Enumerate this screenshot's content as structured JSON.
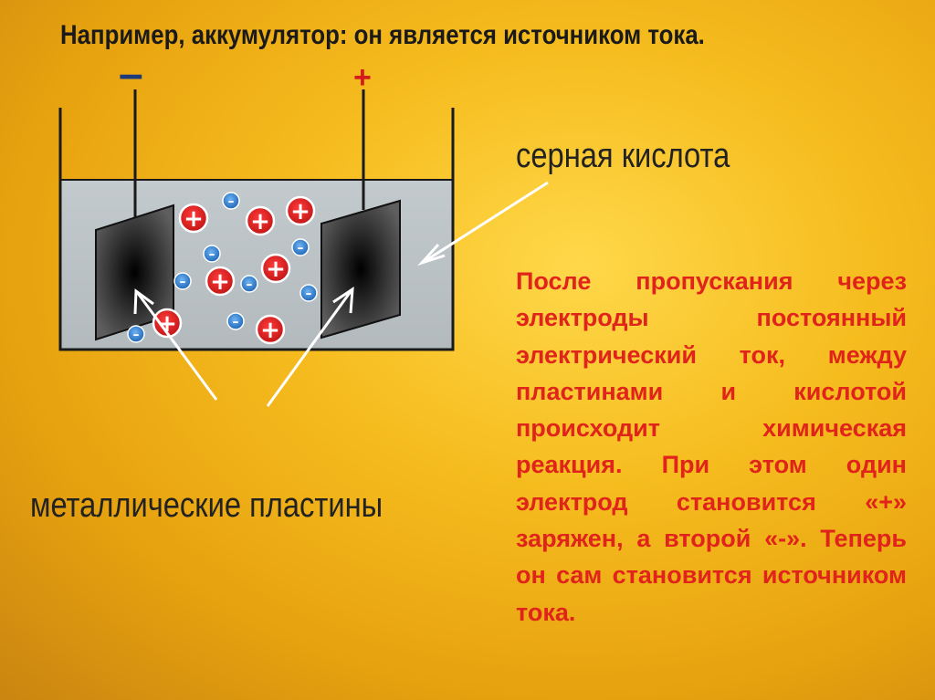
{
  "title": "Например, аккумулятор: он является источником тока.",
  "terminals": {
    "negative": "–",
    "positive": "+"
  },
  "labels": {
    "acid": "серная кислота",
    "plates": "металлические пластины"
  },
  "description": "После пропускания через электроды постоянный электрический ток, между пластинами и кислотой происходит химическая реакция. При этом один электрод становится «+» заряжен, а второй «-». Теперь он сам становится источником тока.",
  "ion_symbols": {
    "positive": "+",
    "negative": "–"
  },
  "colors": {
    "positive_ion": "#d81e1e",
    "negative_ion": "#2a77c9",
    "text_red": "#e0241c",
    "electrolyte": "#bcc3c7"
  }
}
